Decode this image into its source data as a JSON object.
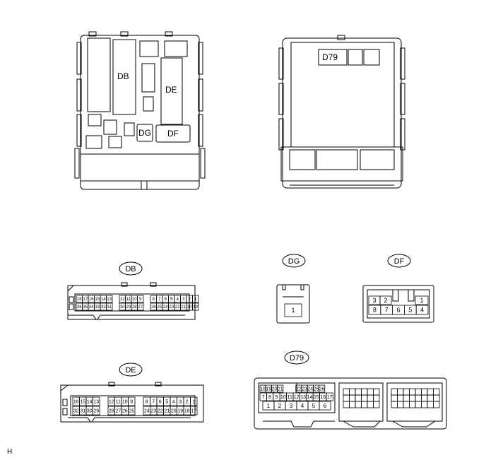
{
  "diagram": {
    "front_view": {
      "labels": {
        "db": "DB",
        "de": "DE",
        "dg": "DG",
        "df": "DF"
      }
    },
    "back_view": {
      "labels": {
        "d79": "D79"
      }
    },
    "connectors": {
      "db": {
        "tag": "DB",
        "top_row": [
          "18",
          "17",
          "16",
          "15",
          "14",
          "13",
          "12",
          "11",
          "10",
          "9",
          "8",
          "7",
          "6",
          "5",
          "4",
          "3",
          "2",
          "1"
        ],
        "bottom_row": [
          "36",
          "35",
          "34",
          "33",
          "32",
          "31",
          "30",
          "29",
          "28",
          "27",
          "26",
          "25",
          "24",
          "23",
          "22",
          "21",
          "20",
          "19"
        ]
      },
      "dg": {
        "tag": "DG",
        "pins": [
          "1"
        ]
      },
      "df": {
        "tag": "DF",
        "top_row": [
          "3",
          "2",
          "1"
        ],
        "bottom_row": [
          "8",
          "7",
          "6",
          "5",
          "4"
        ]
      },
      "de": {
        "tag": "DE",
        "top_row": [
          "16",
          "15",
          "14",
          "13",
          "12",
          "11",
          "10",
          "9",
          "8",
          "7",
          "6",
          "5",
          "4",
          "3",
          "2",
          "1"
        ],
        "bottom_row": [
          "32",
          "31",
          "30",
          "29",
          "28",
          "27",
          "26",
          "25",
          "24",
          "23",
          "22",
          "21",
          "20",
          "19",
          "18",
          "17"
        ]
      },
      "d79": {
        "tag": "D79",
        "row1": [
          "18",
          "19",
          "20",
          "21",
          "22",
          "23",
          "24",
          "25",
          "26"
        ],
        "row2": [
          "7",
          "8",
          "9",
          "10",
          "11",
          "12",
          "13",
          "14",
          "15",
          "16",
          "17"
        ],
        "row3": [
          "1",
          "2",
          "3",
          "4",
          "5",
          "6"
        ]
      }
    },
    "footer_code": "H"
  }
}
